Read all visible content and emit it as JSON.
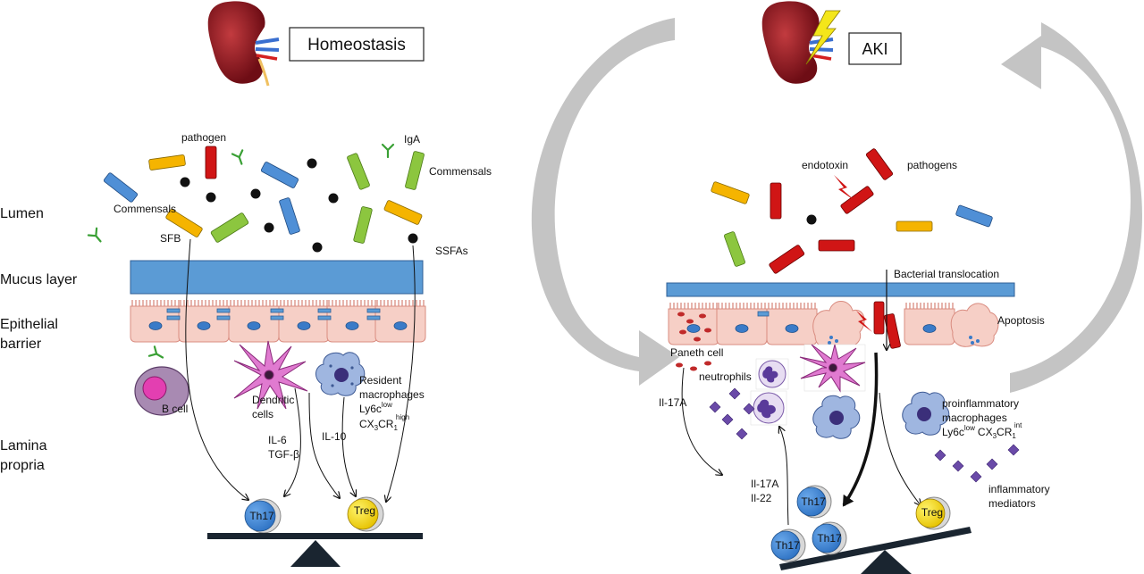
{
  "homeostasis": {
    "title": "Homeostasis",
    "layers": {
      "lumen": "Lumen",
      "mucus": "Mucus layer",
      "epithelial_1": "Epithelial",
      "epithelial_2": "barrier",
      "lamina_1": "Lamina",
      "lamina_2": "propria"
    },
    "labels": {
      "pathogen": "pathogen",
      "iga": "IgA",
      "commensals_right": "Commensals",
      "commensals_left": "Commensals",
      "sfb": "SFB",
      "ssfas": "SSFAs",
      "b_cell": "B cell",
      "dendritic_1": "Dendritic",
      "dendritic_2": "cells",
      "resident_1": "Resident",
      "resident_2": "macrophages",
      "ly6c": "Ly6c",
      "ly6c_sup": "low",
      "cx3cr": "CX",
      "cx3cr_sub1": "3",
      "cx3cr_mid": "CR",
      "cx3cr_sub2": "1",
      "cx3cr_sup": "high",
      "il6": "IL-6",
      "tgfb": "TGF-β",
      "il10": "IL-10",
      "th17": "Th17",
      "treg": "Treg"
    }
  },
  "aki": {
    "title": "AKI",
    "labels": {
      "endotoxin": "endotoxin",
      "pathogens": "pathogens",
      "translocation": "Bacterial translocation",
      "apoptosis": "Apoptosis",
      "paneth": "Paneth cell",
      "neutrophils": "neutrophils",
      "il17a_top": "Il-17A",
      "il17a_bottom": "Il-17A",
      "il22": "Il-22",
      "proinflam_1": "proinflammatory",
      "proinflam_2": "macrophages",
      "ly6c": "Ly6c",
      "ly6c_sup": "low",
      "cx3cr": "CX",
      "cx3cr_sub1": "3",
      "cx3cr_mid": "CR",
      "cx3cr_sub2": "1",
      "cx3cr_sup": "int",
      "mediators_1": "inflammatory",
      "mediators_2": "mediators",
      "th17_a": "Th17",
      "th17_b": "Th17",
      "th17_c": "Th17",
      "treg": "Treg"
    }
  },
  "colors": {
    "mucus": "#5b9bd5",
    "cell_fill": "#f6cfc6",
    "cell_stroke": "#d98c80",
    "nucleus": "#3a7bc8",
    "bacterium_orange": "#f5b400",
    "bacterium_red": "#d01515",
    "bacterium_blue": "#4f8fd6",
    "bacterium_green": "#8cc63f",
    "th17": "#3f87d6",
    "treg": "#f0d600",
    "arrow_gray": "#c0c0c0",
    "diamond": "#6a4aa8",
    "kidney": "#8e1b22"
  }
}
